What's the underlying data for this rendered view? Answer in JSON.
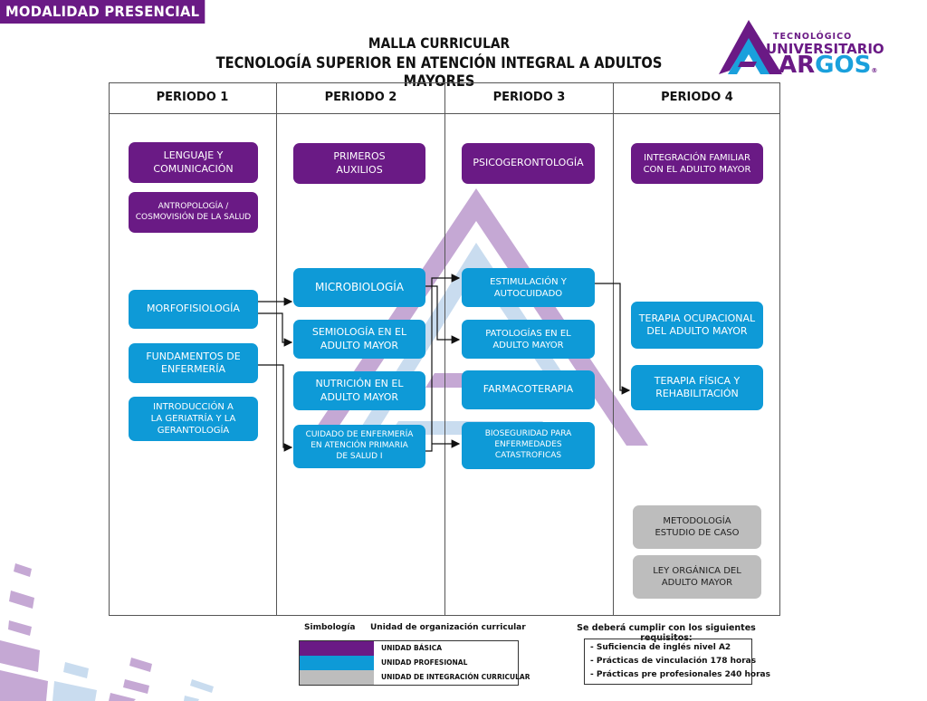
{
  "modality": "MODALIDAD  PRESENCIAL",
  "title": {
    "line1": "MALLA CURRICULAR",
    "line2": "TECNOLOGÍA SUPERIOR EN ATENCIÓN INTEGRAL A ADULTOS MAYORES"
  },
  "logo": {
    "line1": "TECNOLÓGICO",
    "line2": "UNIVERSITARIO",
    "line3a": "AR",
    "line3b": "GOS",
    "registered": "®",
    "colors": {
      "purple": "#6a1a85",
      "blue": "#1aa0dc"
    }
  },
  "colors": {
    "unidad_basica": "#6a1a85",
    "unidad_profesional": "#0e9ad7",
    "unidad_integracion": "#bdbdbd"
  },
  "periods": [
    {
      "label": "PERIODO 1",
      "courses": [
        {
          "id": "lenguaje",
          "name": "LENGUAJE Y\nCOMUNICACIÓN",
          "unit": "basica"
        },
        {
          "id": "antropologia",
          "name": "ANTROPOLOGÍA /\nCOSMOVISIÓN DE LA SALUD",
          "unit": "basica"
        },
        {
          "id": "morfofisiologia",
          "name": "MORFOFISIOLOGÍA",
          "unit": "profesional"
        },
        {
          "id": "fundamentos",
          "name": "FUNDAMENTOS DE\nENFERMERÍA",
          "unit": "profesional"
        },
        {
          "id": "introduccion",
          "name": "INTRODUCCIÓN A\nLA GERIATRÍA Y LA\nGERANTOLOGÍA",
          "unit": "profesional"
        }
      ]
    },
    {
      "label": "PERIODO 2",
      "courses": [
        {
          "id": "primeros",
          "name": "PRIMEROS\nAUXILIOS",
          "unit": "basica"
        },
        {
          "id": "microbiologia",
          "name": "MICROBIOLOGÍA",
          "unit": "profesional"
        },
        {
          "id": "semiologia",
          "name": "SEMIOLOGÍA  EN EL\nADULTO MAYOR",
          "unit": "profesional"
        },
        {
          "id": "nutricion",
          "name": "NUTRICIÓN EN EL\nADULTO MAYOR",
          "unit": "profesional"
        },
        {
          "id": "cuidado",
          "name": "CUIDADO DE ENFERMERÍA\nEN ATENCIÓN PRIMARIA\nDE SALUD I",
          "unit": "profesional"
        }
      ]
    },
    {
      "label": "PERIODO 3",
      "courses": [
        {
          "id": "psicogerontologia",
          "name": "PSICOGERONTOLOGÍA",
          "unit": "basica"
        },
        {
          "id": "estimulacion",
          "name": "ESTIMULACIÓN Y\nAUTOCUIDADO",
          "unit": "profesional"
        },
        {
          "id": "patologias",
          "name": "PATOLOGÍAS EN EL\nADULTO MAYOR",
          "unit": "profesional"
        },
        {
          "id": "farmacoterapia",
          "name": "FARMACOTERAPIA",
          "unit": "profesional"
        },
        {
          "id": "bioseguridad",
          "name": "BIOSEGURIDAD PARA\nENFERMEDADES\nCATASTROFICAS",
          "unit": "profesional"
        }
      ]
    },
    {
      "label": "PERIODO 4",
      "courses": [
        {
          "id": "integracion",
          "name": "INTEGRACIÓN FAMILIAR\nCON EL ADULTO MAYOR",
          "unit": "basica"
        },
        {
          "id": "terapia_ocupacional",
          "name": "TERAPIA OCUPACIONAL\nDEL ADULTO MAYOR",
          "unit": "profesional"
        },
        {
          "id": "terapia_fisica",
          "name": "TERAPIA FÍSICA  Y\nREHABILITACIÓN",
          "unit": "profesional"
        },
        {
          "id": "metodologia",
          "name": "METODOLOGÍA\nESTUDIO DE CASO",
          "unit": "integracion"
        },
        {
          "id": "ley",
          "name": "LEY ORGÁNICA DEL\nADULTO MAYOR",
          "unit": "integracion"
        }
      ]
    }
  ],
  "prerequisites": [
    {
      "from": "morfofisiologia",
      "to": "microbiologia"
    },
    {
      "from": "morfofisiologia",
      "to": "semiologia"
    },
    {
      "from": "fundamentos",
      "to": "cuidado"
    },
    {
      "from": "microbiologia",
      "to": "patologias"
    },
    {
      "from": "cuidado",
      "to": "estimulacion"
    },
    {
      "from": "cuidado",
      "to": "bioseguridad"
    },
    {
      "from": "estimulacion",
      "to": "terapia_fisica"
    }
  ],
  "legend": {
    "symbology": "Simbología",
    "header": "Unidad de organización  curricular",
    "items": [
      {
        "label": "UNIDAD BÁSICA",
        "unit": "basica"
      },
      {
        "label": "UNIDAD PROFESIONAL",
        "unit": "profesional"
      },
      {
        "label": "UNIDAD DE INTEGRACIÓN CURRICULAR",
        "unit": "integracion"
      }
    ]
  },
  "requirements": {
    "header": "Se deberá cumplir con los siguientes requisitos:",
    "items": [
      "- Suficiencia de inglés nivel A2",
      "- Prácticas de vinculación 178 horas",
      "- Prácticas pre profesionales 240 horas"
    ]
  }
}
